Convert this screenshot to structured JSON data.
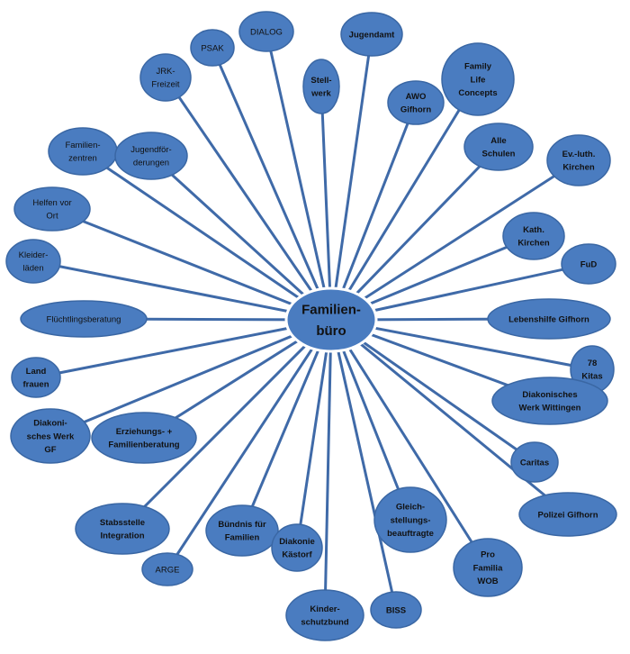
{
  "hub": {
    "id": "familienbuero",
    "lines": [
      "Familien-",
      "büro"
    ]
  },
  "nodes": [
    {
      "id": "dialog",
      "lines": [
        "DIALOG"
      ],
      "bold": false
    },
    {
      "id": "psak",
      "lines": [
        "PSAK"
      ],
      "bold": false
    },
    {
      "id": "jrk-freizeit",
      "lines": [
        "JRK-",
        "Freizeit"
      ],
      "bold": false
    },
    {
      "id": "jugendamt",
      "lines": [
        "Jugendamt"
      ],
      "bold": true
    },
    {
      "id": "stellwerk",
      "lines": [
        "Stell-",
        "werk"
      ],
      "bold": true
    },
    {
      "id": "family-life-concepts",
      "lines": [
        "Family",
        "Life",
        "Concepts"
      ],
      "bold": true
    },
    {
      "id": "awo-gifhorn",
      "lines": [
        "AWO",
        "Gifhorn"
      ],
      "bold": true
    },
    {
      "id": "alle-schulen",
      "lines": [
        "Alle",
        "Schulen"
      ],
      "bold": true
    },
    {
      "id": "ev-luth-kirchen",
      "lines": [
        "Ev.-luth.",
        "Kirchen"
      ],
      "bold": true
    },
    {
      "id": "familienzentren",
      "lines": [
        "Familien-",
        "zentren"
      ],
      "bold": false
    },
    {
      "id": "jugendfoerderungen",
      "lines": [
        "Jugendför-",
        "derungen"
      ],
      "bold": false
    },
    {
      "id": "helfen-vor-ort",
      "lines": [
        "Helfen vor",
        "Ort"
      ],
      "bold": false
    },
    {
      "id": "kath-kirchen",
      "lines": [
        "Kath.",
        "Kirchen"
      ],
      "bold": true
    },
    {
      "id": "kleiderlaeden",
      "lines": [
        "Kleider-",
        "läden"
      ],
      "bold": false
    },
    {
      "id": "fud",
      "lines": [
        "FuD"
      ],
      "bold": true
    },
    {
      "id": "fluechtlingsberatung",
      "lines": [
        "Flüchtlingsberatung"
      ],
      "bold": false
    },
    {
      "id": "lebenshilfe-gifhorn",
      "lines": [
        "Lebenshilfe Gifhorn"
      ],
      "bold": true
    },
    {
      "id": "land-frauen",
      "lines": [
        "Land",
        "frauen"
      ],
      "bold": true
    },
    {
      "id": "78-kitas",
      "lines": [
        "78",
        "Kitas"
      ],
      "bold": true
    },
    {
      "id": "diakonisches-werk-wittingen",
      "lines": [
        "Diakonisches",
        "Werk Wittingen"
      ],
      "bold": true
    },
    {
      "id": "diakonisches-werk-gf",
      "lines": [
        "Diakoni-",
        "sches  Werk",
        "GF"
      ],
      "bold": true
    },
    {
      "id": "erziehungs-familienberatung",
      "lines": [
        "Erziehungs- +",
        "Familienberatung"
      ],
      "bold": true
    },
    {
      "id": "caritas",
      "lines": [
        "Caritas"
      ],
      "bold": true
    },
    {
      "id": "polizei-gifhorn",
      "lines": [
        "Polizei Gifhorn"
      ],
      "bold": true
    },
    {
      "id": "stabsstelle-integration",
      "lines": [
        "Stabsstelle",
        "Integration"
      ],
      "bold": true
    },
    {
      "id": "buendnis-fuer-familien",
      "lines": [
        "Bündnis für",
        "Familien"
      ],
      "bold": true
    },
    {
      "id": "diakonie-kaestorf",
      "lines": [
        "Diakonie",
        "Kästorf"
      ],
      "bold": true
    },
    {
      "id": "gleichstellungsbeauftragte",
      "lines": [
        "Gleich-",
        "stellungs-",
        "beauftragte"
      ],
      "bold": true
    },
    {
      "id": "pro-familia-wob",
      "lines": [
        "Pro",
        "Familia",
        "WOB"
      ],
      "bold": true
    },
    {
      "id": "arge",
      "lines": [
        "ARGE"
      ],
      "bold": false
    },
    {
      "id": "kinderschutzbund",
      "lines": [
        "Kinder-",
        "schutzbund"
      ],
      "bold": true
    },
    {
      "id": "biss",
      "lines": [
        "BISS"
      ],
      "bold": true
    }
  ],
  "colors": {
    "node_fill": "#4a7cc0",
    "spoke": "#3f6aa8",
    "text": "#111111"
  }
}
